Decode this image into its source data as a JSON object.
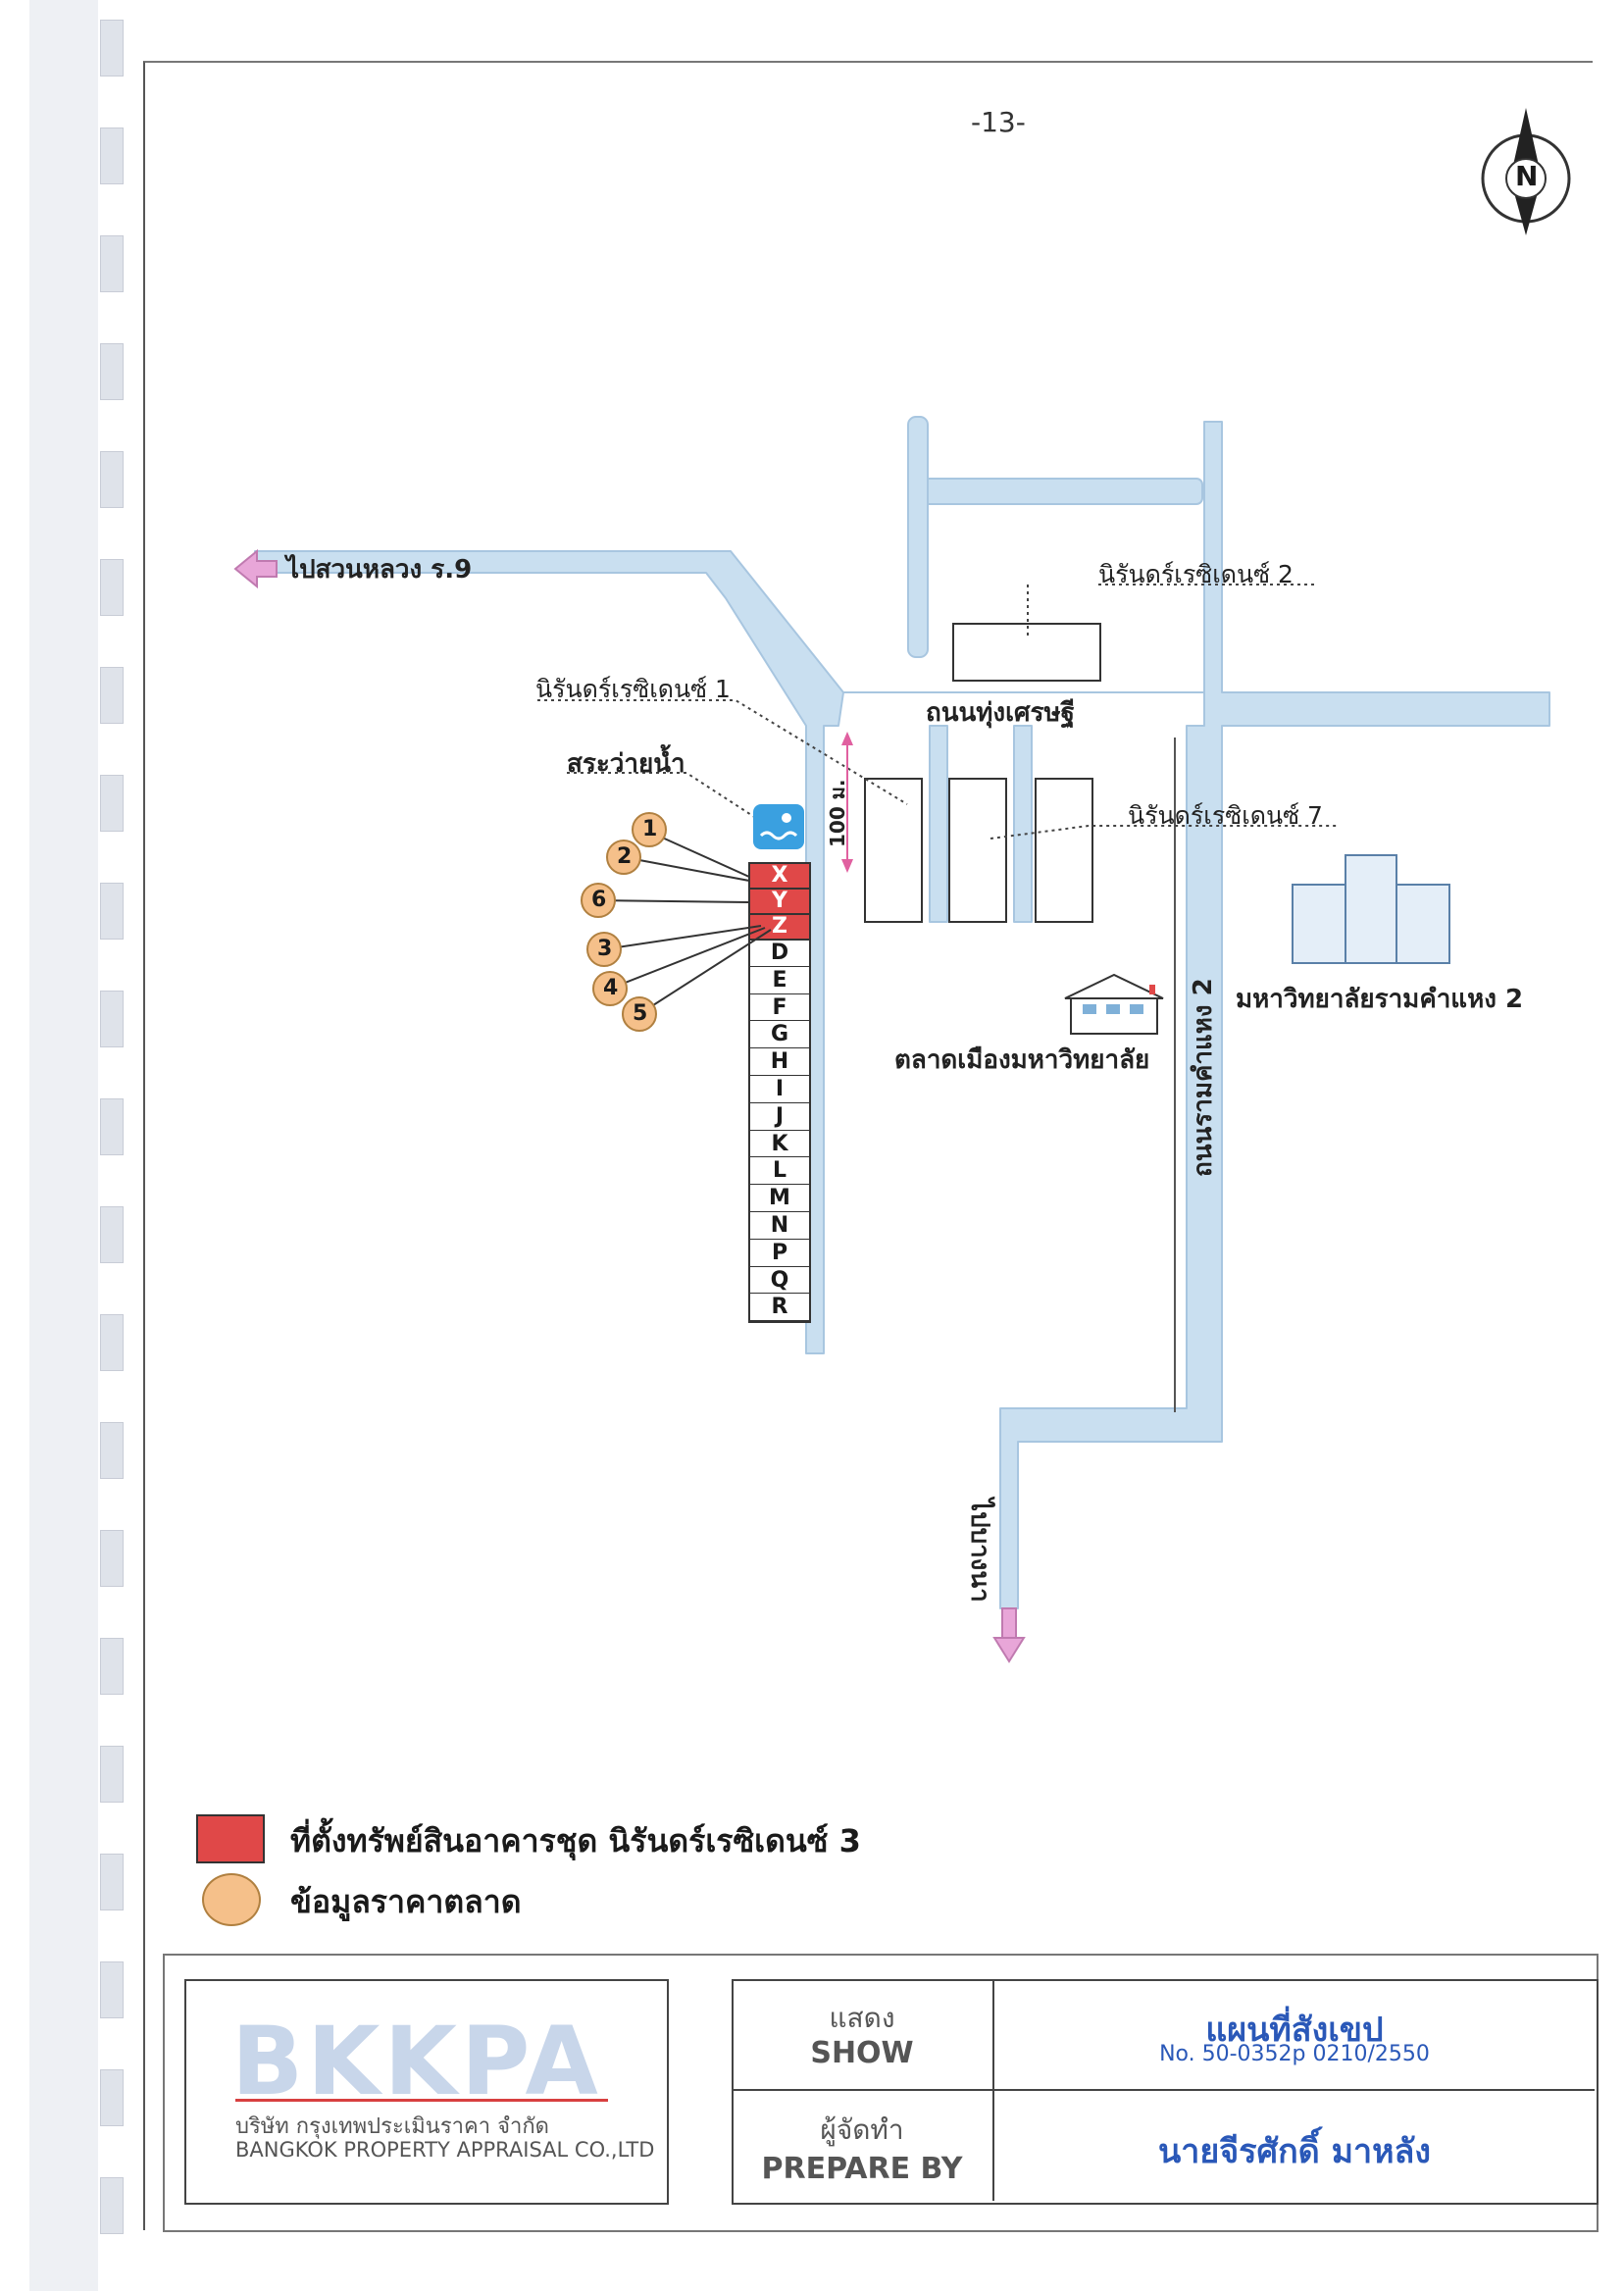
{
  "page_number": "-13-",
  "map": {
    "to_suan_luang": "ไปสวนหลวง ร.9",
    "to_bang_na": "ไปบางนา",
    "nirun_2": "นิรันดร์เรซิเดนซ์ 2",
    "nirun_1": "นิรันดร์เรซิเดนซ์ 1",
    "nirun_7": "นิรันดร์เรซิเดนซ์ 7",
    "thung_setthi_road": "ถนนทุ่งเศรษฐี",
    "ramkhamhaeng_2_road": "ถนนรามคำแหง 2",
    "swimming_pool": "สระว่ายน้ำ",
    "market": "ตลาดเมืองมหาวิทยาลัย",
    "university": "มหาวิทยาลัยรามคำแหง 2",
    "distance": "100 ม.",
    "compass_letter": "N",
    "buildings_highlight": [
      "X",
      "Y",
      "Z"
    ],
    "buildings": [
      "D",
      "E",
      "F",
      "G",
      "H",
      "I",
      "J",
      "K",
      "L",
      "M",
      "N",
      "P",
      "Q",
      "R"
    ],
    "markers": [
      "1",
      "2",
      "6",
      "3",
      "4",
      "5"
    ]
  },
  "legend": {
    "property_location": "ที่ตั้งทรัพย์สินอาคารชุด  นิรันดร์เรซิเดนซ์ 3",
    "market_data": "ข้อมูลราคาตลาด"
  },
  "title_block": {
    "logo_text": "BKKPA",
    "company_th": "บริษัท กรุงเทพประเมินราคา จำกัด",
    "company_en": "BANGKOK PROPERTY APPRAISAL CO.,LTD",
    "show_th": "แสดง",
    "show_en": "SHOW",
    "show_value": "แผนที่สังเขป",
    "doc_number": "No. 50-0352p  0210/2550",
    "prepare_th": "ผู้จัดทำ",
    "prepare_en": "PREPARE BY",
    "prepare_value": "นายจีรศักดิ์  มาหลัง"
  },
  "colors": {
    "road": "#c9dff0",
    "road_edge": "#a8c6e0",
    "property": "#e04848",
    "marker": "#f5c08a",
    "arrow": "#e8a6d8"
  }
}
